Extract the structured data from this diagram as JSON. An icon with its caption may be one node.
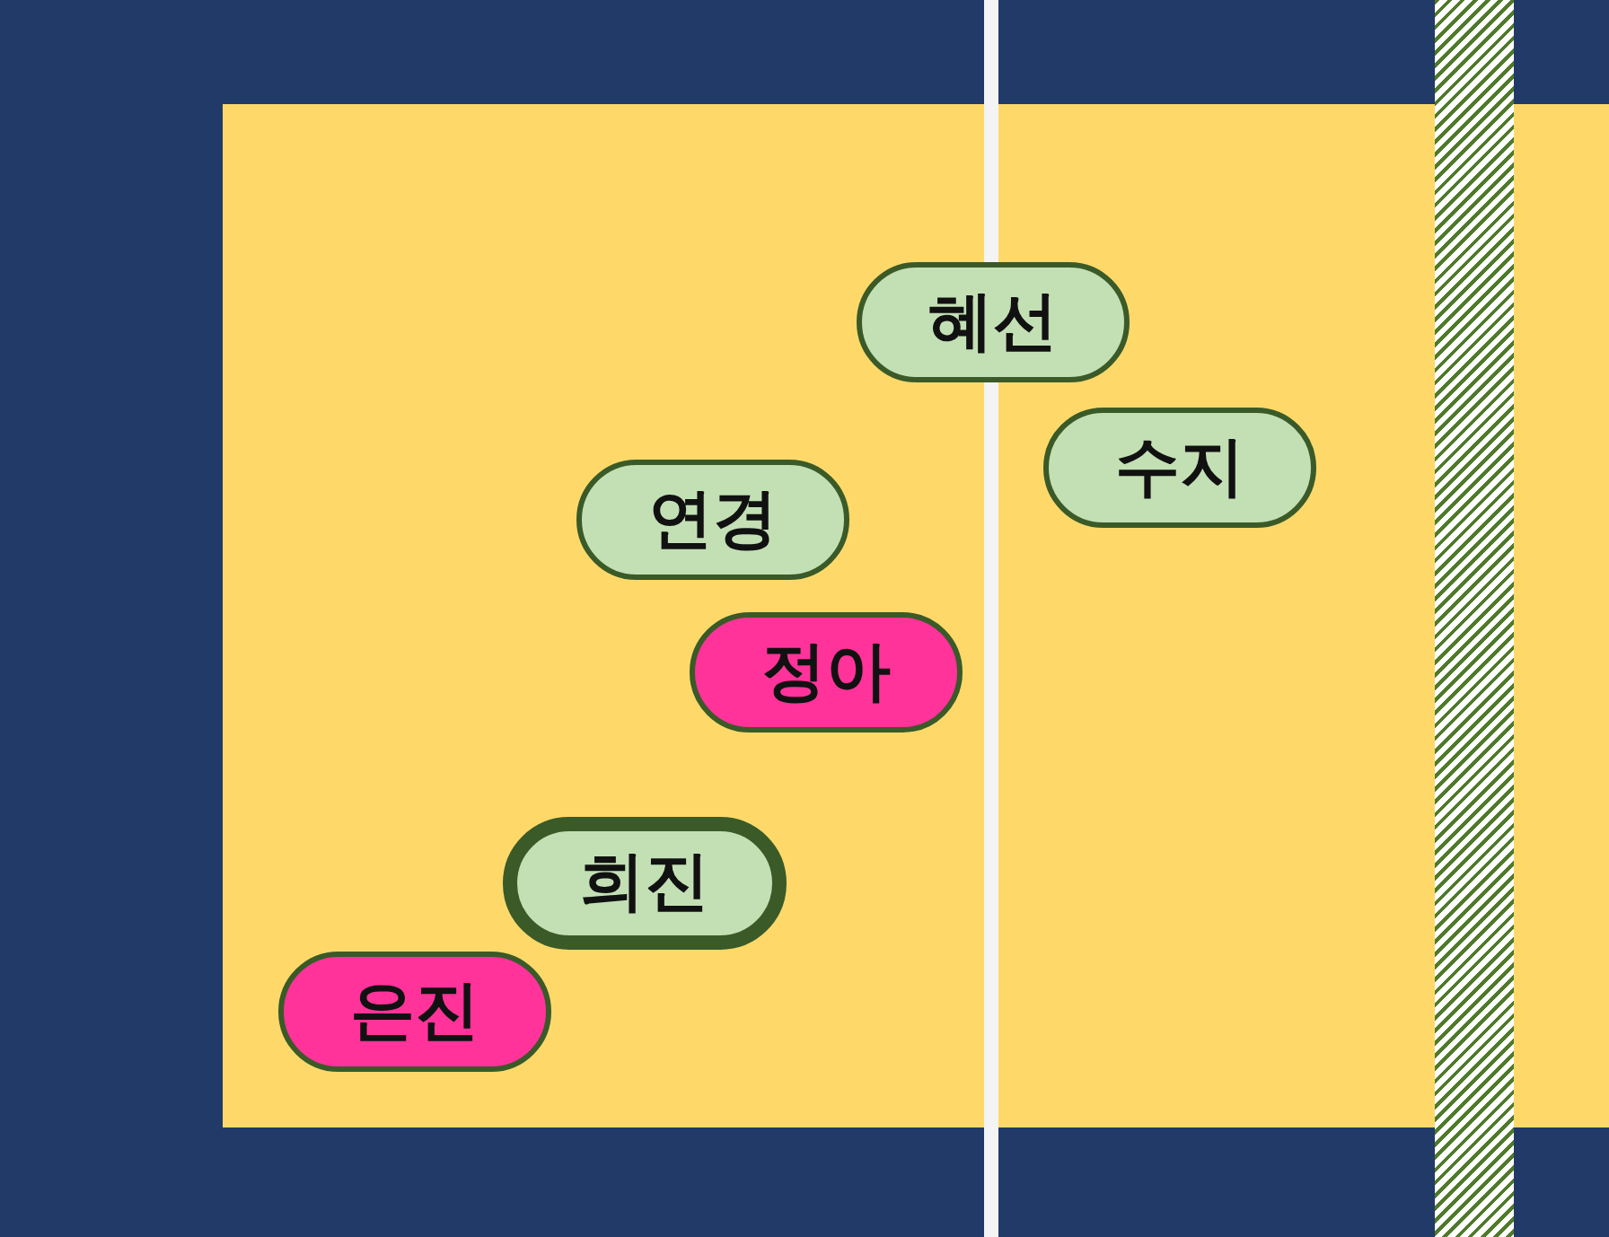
{
  "diagram": {
    "nodes": [
      {
        "text": [
          "혜선"
        ]
      },
      {
        "text": [
          "수지"
        ]
      },
      {
        "text": [
          "연경"
        ]
      },
      {
        "text": [
          "정아"
        ]
      },
      {
        "text": [
          "희진"
        ]
      },
      {
        "text": [
          "은진"
        ]
      }
    ]
  }
}
